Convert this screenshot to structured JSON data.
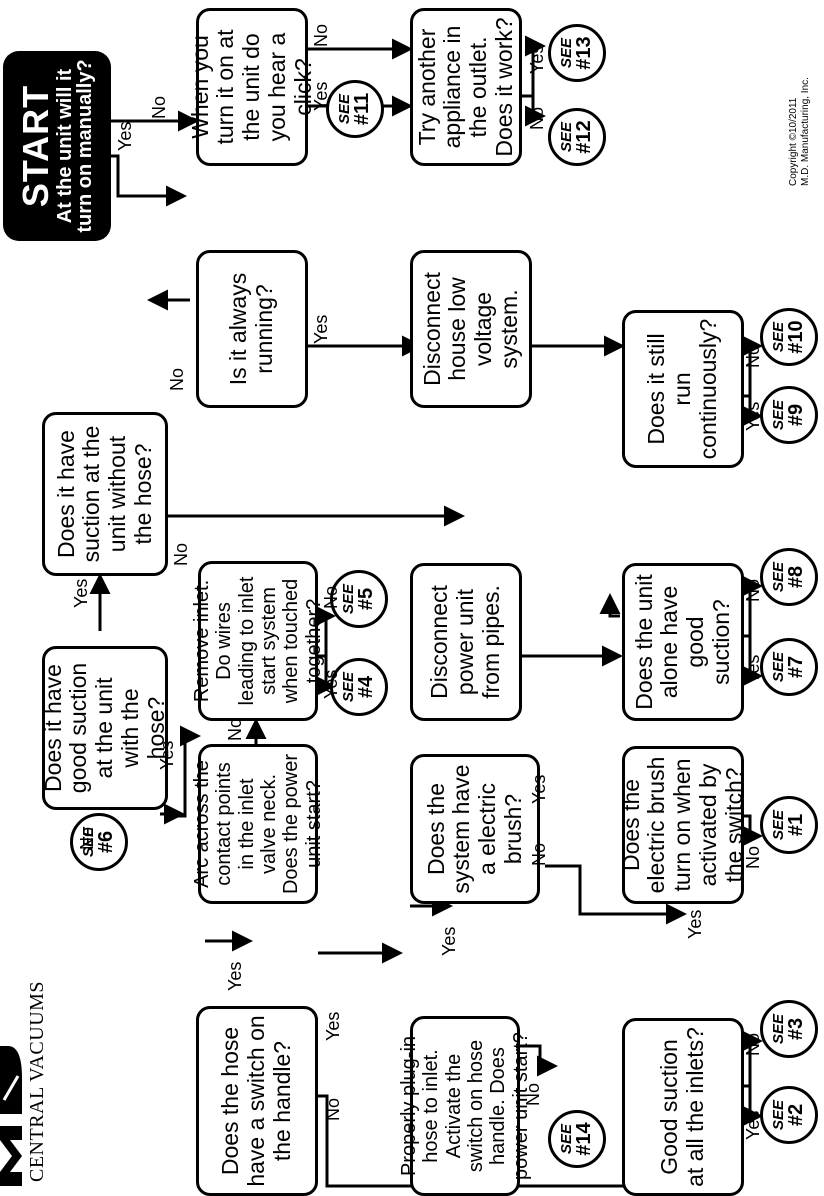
{
  "brand": {
    "name": "CENTRAL VACUUMS"
  },
  "start": {
    "title": "START",
    "question": "At the unit will it turn on manually?"
  },
  "nodes": {
    "hear_click": "When you turn it on at the unit do you hear a click?",
    "try_appliance": "Try another appliance in the outlet. Does it work?",
    "always_running": "Is it always running?",
    "disconnect_low_voltage": "Disconnect house low voltage system.",
    "still_run": "Does it still run continuously?",
    "suction_without_hose": "Does it have suction at the unit without the hose?",
    "remove_inlet": "Remove inlet. Do wires leading to inlet start system when touched together?",
    "disconnect_power_unit": "Disconnect power unit from pipes.",
    "unit_alone_suction": "Does the unit alone have good suction?",
    "good_suction_with_hose": "Does it have good suction at the unit with the hose?",
    "arc_contact": "Arc across the contact points in the inlet valve neck. Does the power unit start?",
    "electric_brush": "Does the system have a electric brush?",
    "brush_turn_on": "Does the electric brush turn on when activated by the switch?",
    "hose_switch": "Does the hose have a switch on the handle?",
    "plug_in_hose": "Properly plug-in hose to inlet. Activate the switch on hose handle. Does power unit start?",
    "all_inlets": "Good suction at all the inlets?"
  },
  "see_word": "SEE",
  "see_refs": {
    "s1": "#1",
    "s2": "#2",
    "s3": "#3",
    "s4": "#4",
    "s5": "#5",
    "s6": "#6",
    "s7": "#7",
    "s8": "#8",
    "s9": "#9",
    "s10": "#10",
    "s11": "#11",
    "s12": "#12",
    "s13": "#13",
    "s14": "#14"
  },
  "labels": {
    "yes": "Yes",
    "no": "No"
  },
  "copyright": {
    "line1": "Copyright ©10/2011",
    "line2": "M.D. Manufacturing, Inc."
  }
}
